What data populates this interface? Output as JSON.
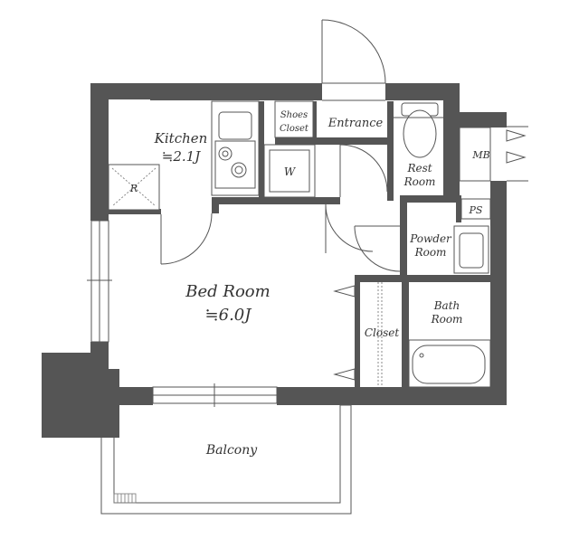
{
  "rooms": {
    "kitchen": "Kitchen",
    "kitchen_size": "≒2.1J",
    "refrigerator": "R",
    "shoes_closet_1": "Shoes",
    "shoes_closet_2": "Closet",
    "entrance": "Entrance",
    "washer": "W",
    "rest_room_1": "Rest",
    "rest_room_2": "Room",
    "mb": "MB",
    "ps": "PS",
    "powder_room_1": "Powder",
    "powder_room_2": "Room",
    "bed_room": "Bed Room",
    "bed_room_size": "≒6.0J",
    "closet": "Closet",
    "bath_room_1": "Bath",
    "bath_room_2": "Room",
    "balcony": "Balcony"
  },
  "colors": {
    "wall": "#555555",
    "line": "#555555",
    "background": "#ffffff",
    "text": "#333333"
  }
}
